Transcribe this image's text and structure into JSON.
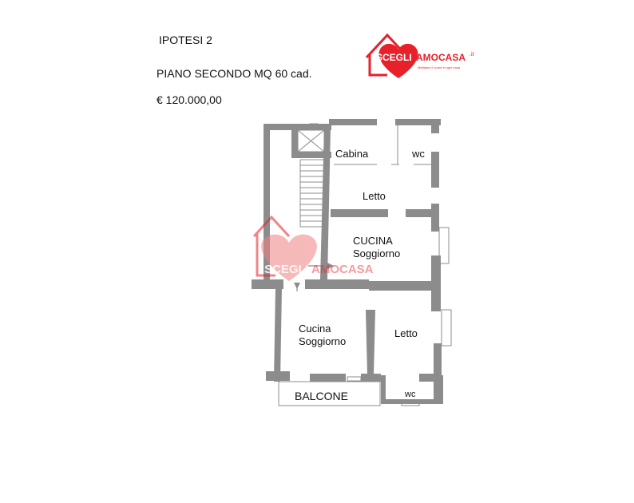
{
  "header": {
    "title": "IPOTESI 2",
    "subtitle": "PIANO SECONDO MQ 60 cad.",
    "price": "€ 120.000,00"
  },
  "logo": {
    "brand_a": "SCEGLI",
    "brand_b": "AMOCASA",
    "tld": ".it",
    "tagline": "Mettiamo il cuore in ogni casa"
  },
  "plan": {
    "rooms": {
      "cabina": "Cabina",
      "wc_top": "wc",
      "letto_top": "Letto",
      "cucina_upper_1": "CUCINA",
      "cucina_upper_2": "Soggiorno",
      "cucina_lower_1": "Cucina",
      "cucina_lower_2": "Soggiorno",
      "letto_bottom": "Letto",
      "balcone": "BALCONE",
      "wc_bottom": "wc"
    }
  },
  "colors": {
    "wall": "#8c8c8c",
    "brand": "#e8202a"
  }
}
